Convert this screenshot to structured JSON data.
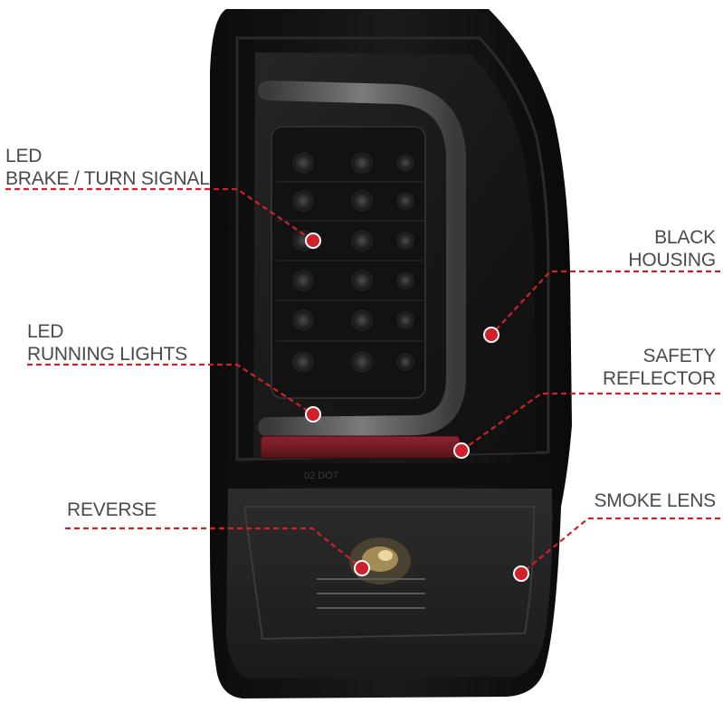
{
  "callouts": {
    "brake_turn": {
      "line1": "LED",
      "line2": "BRAKE / TURN SIGNAL"
    },
    "running": {
      "line1": "LED",
      "line2": "RUNNING LIGHTS"
    },
    "reverse": {
      "line1": "REVERSE"
    },
    "housing": {
      "line1": "BLACK",
      "line2": "HOUSING"
    },
    "reflector": {
      "line1": "SAFETY",
      "line2": "REFLECTOR"
    },
    "lens": {
      "line1": "SMOKE LENS"
    }
  },
  "lens_marking": "02 DOT",
  "colors": {
    "leader": "#d0202a",
    "housing": "#121212",
    "reflector": "#7a1a22",
    "label_text": "#4a4a4a"
  }
}
